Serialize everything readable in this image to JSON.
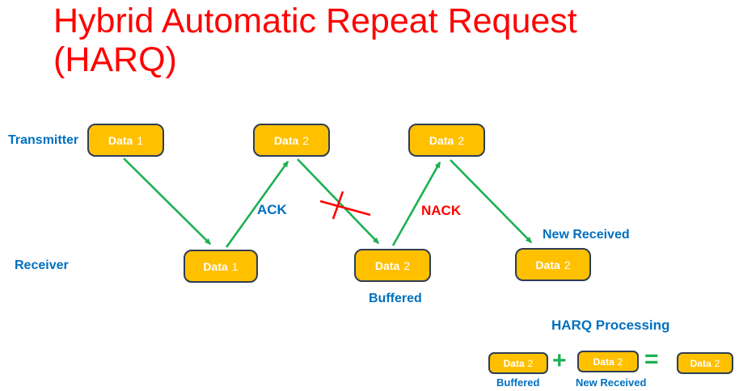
{
  "title": "Hybrid Automatic Repeat Request (HARQ)",
  "colors": {
    "title_red": "#FF0000",
    "label_blue": "#0070C0",
    "arrow_green": "#1CB052",
    "box_fill": "#FFC000",
    "box_border": "#2E3D54",
    "error_red": "#FF0000"
  },
  "lanes": {
    "transmitter": "Transmitter",
    "receiver": "Receiver"
  },
  "tx_boxes": [
    {
      "label": "Data",
      "number": "1"
    },
    {
      "label": "Data",
      "number": "2"
    },
    {
      "label": "Data",
      "number": "2"
    }
  ],
  "rx_boxes": [
    {
      "label": "Data",
      "number": "1"
    },
    {
      "label": "Data",
      "number": "2"
    },
    {
      "label": "Data",
      "number": "2"
    }
  ],
  "arrow_labels": {
    "ack": "ACK",
    "nack": "NACK"
  },
  "annotations": {
    "buffered": "Buffered",
    "new_received": "New Received"
  },
  "processing": {
    "heading": "HARQ Processing",
    "operands": [
      {
        "label": "Data",
        "number": "2",
        "caption": "Buffered"
      },
      {
        "label": "Data",
        "number": "2",
        "caption": "New Received"
      },
      {
        "label": "Data",
        "number": "2",
        "caption": ""
      }
    ],
    "plus": "+",
    "equals": "="
  }
}
